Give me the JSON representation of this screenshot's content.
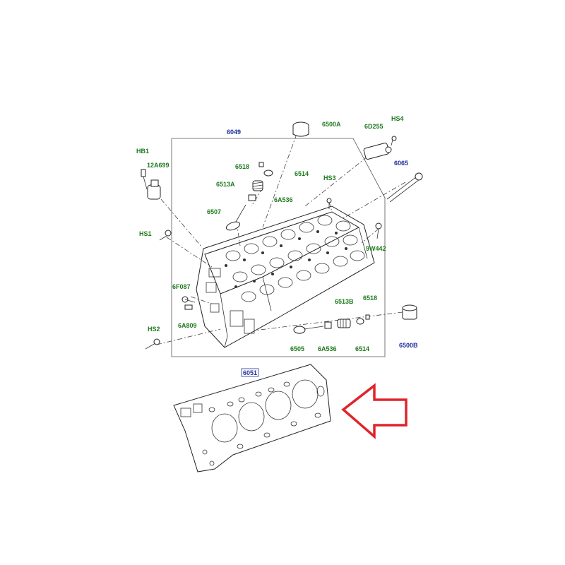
{
  "labels": {
    "hb1": "HB1",
    "p12a699": "12A699",
    "hs1": "HS1",
    "p6f087": "6F087",
    "p6a809": "6A809",
    "hs2": "HS2",
    "p6049": "6049",
    "p6500a": "6500A",
    "p6518_top": "6518",
    "p6514_top": "6514",
    "p6513a": "6513A",
    "p6a536_top": "6A536",
    "p6507": "6507",
    "p6d255": "6D255",
    "hs4": "HS4",
    "p6065": "6065",
    "hs3": "HS3",
    "p9w442": "9W442",
    "p6513b": "6513B",
    "p6518_bot": "6518",
    "p6505": "6505",
    "p6a536_bot": "6A536",
    "p6514_bot": "6514",
    "p6500b": "6500B",
    "p6051": "6051"
  },
  "colors": {
    "part_label": "#1f7a1f",
    "assembly_label": "#1f2f9a",
    "arrow": "#e0242b",
    "line": "#222222"
  }
}
